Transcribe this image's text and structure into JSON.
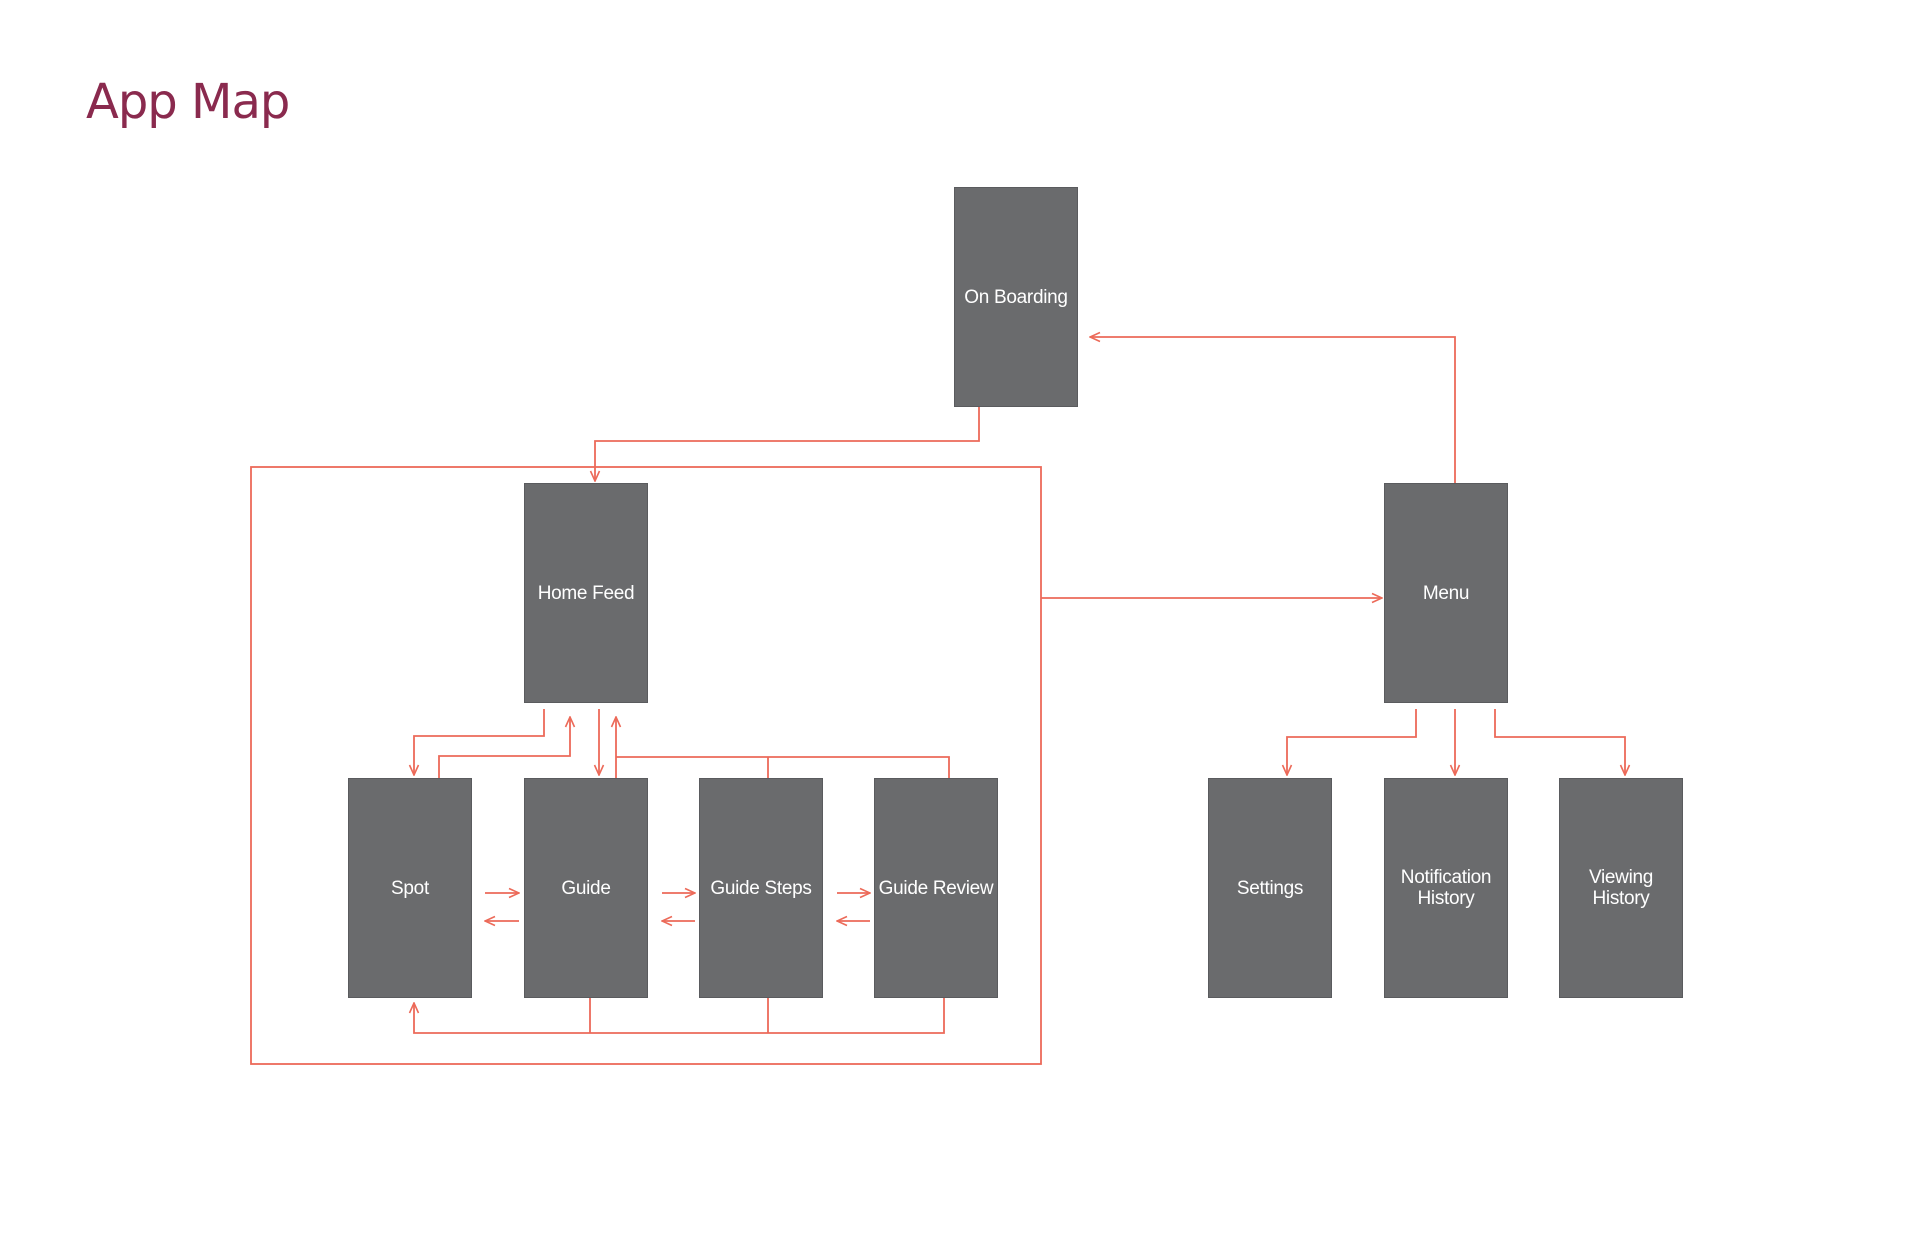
{
  "title": "App Map",
  "colors": {
    "title": "#8a2a4e",
    "screen_fill": "#6a6b6d",
    "connector": "#ec6a59",
    "background": "#ffffff"
  },
  "screens": {
    "on_boarding": "On Boarding",
    "home_feed": "Home Feed",
    "menu": "Menu",
    "spot": "Spot",
    "guide": "Guide",
    "guide_steps": "Guide Steps",
    "guide_review": "Guide Review",
    "settings": "Settings",
    "notification_history": "Notification\nHistory",
    "viewing_history": "Viewing\nHistory"
  }
}
